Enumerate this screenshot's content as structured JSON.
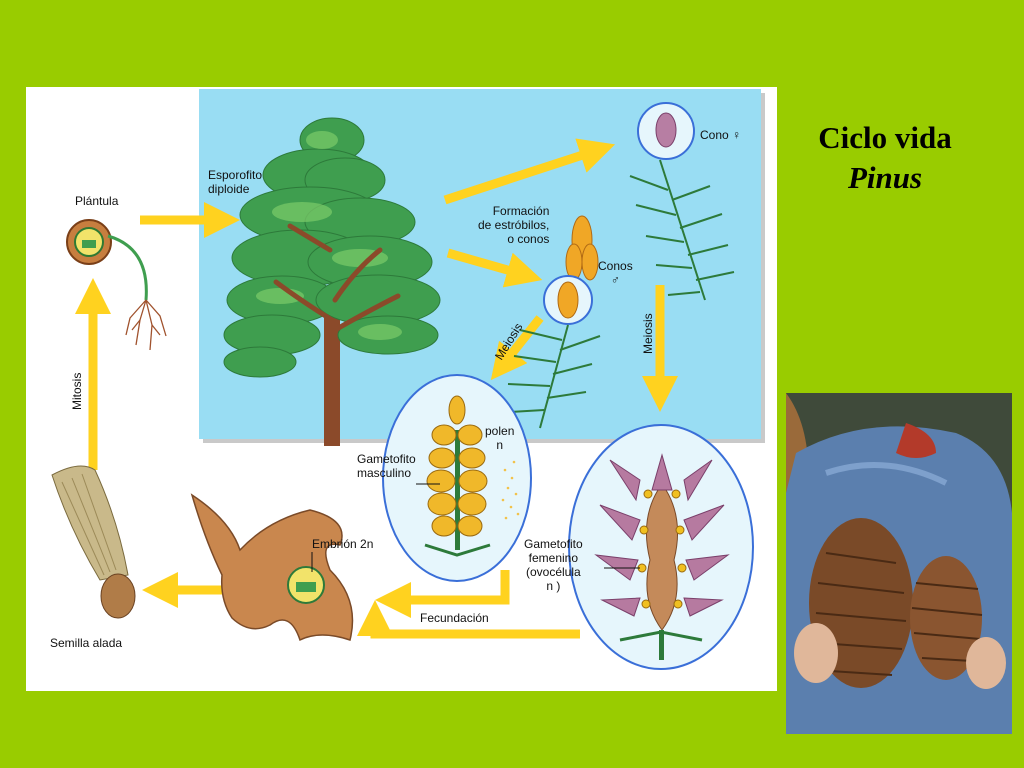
{
  "slide": {
    "title_line1": "Ciclo vida",
    "title_line2": "Pinus"
  },
  "diagram": {
    "labels": {
      "plantula": "Plántula",
      "esporofito_1": "Esporofito",
      "esporofito_2": "diploide",
      "formacion_1": "Formación",
      "formacion_2": "de estróbilos,",
      "formacion_3": "o conos",
      "cono_fem": "Cono ♀",
      "conos_masc_1": "Conos",
      "conos_masc_2": "♂",
      "meiosis_left": "Meiosis",
      "meiosis_right": "Meiosis",
      "mitosis": "Mitosis",
      "polen_1": "polen",
      "polen_2": "n",
      "gametofito_masc_1": "Gametofito",
      "gametofito_masc_2": "masculino",
      "gametofito_fem_1": "Gametofito",
      "gametofito_fem_2": "femenino",
      "gametofito_fem_3": "(ovocélula",
      "gametofito_fem_4": "n )",
      "embrion": "Embrión 2n",
      "fecundacion": "Fecundación",
      "semilla": "Semilla alada"
    }
  },
  "colors": {
    "background": "#99cc00",
    "sky": "#99ddf3",
    "arrow": "#ffd21f",
    "tree_green": "#3f9e4f",
    "trunk": "#8b4a2a",
    "circle_border": "#3a6fd8",
    "circle_fill": "#e6f6fc"
  }
}
